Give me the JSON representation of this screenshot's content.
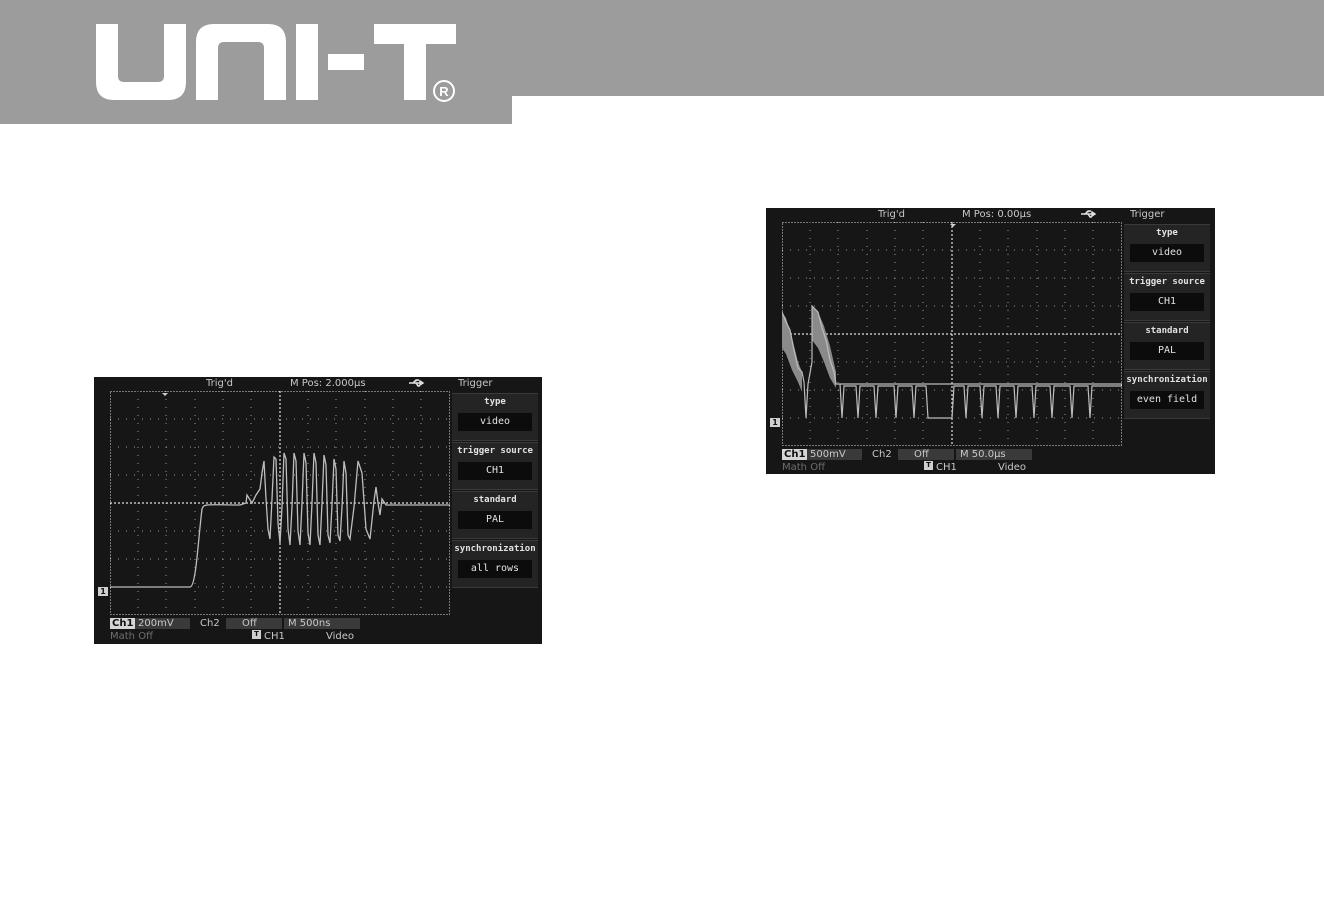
{
  "brand": {
    "logo_text": "UNI-T",
    "registered_mark": "R"
  },
  "colors": {
    "header_gray": "#9c9c9c",
    "screen_bg": "#161616",
    "trace": "#bdbdbd",
    "menu_bg": "#242424"
  },
  "screens": [
    {
      "top": {
        "trig_status": "Trig'd",
        "m_pos": "M Pos: 2.000µs",
        "usb_icon": "usb-icon",
        "menu_title": "Trigger"
      },
      "menu": [
        {
          "label": "type",
          "value": "video"
        },
        {
          "label": "trigger source",
          "value": "CH1"
        },
        {
          "label": "standard",
          "value": "PAL"
        },
        {
          "label": "synchronization",
          "value": "all rows"
        }
      ],
      "status": {
        "ch1_label": "Ch1",
        "ch1_scale": "200mV",
        "ch2_label": "Ch2",
        "ch2_state": "Off",
        "timebase": "M 500ns",
        "math": "Math Off",
        "trigger_icon": "T",
        "trigger_source": "CH1",
        "trigger_type": "Video"
      },
      "channel_marker": "1"
    },
    {
      "top": {
        "trig_status": "Trig'd",
        "m_pos": "M Pos: 0.00µs",
        "usb_icon": "usb-icon",
        "menu_title": "Trigger"
      },
      "menu": [
        {
          "label": "type",
          "value": "video"
        },
        {
          "label": "trigger source",
          "value": "CH1"
        },
        {
          "label": "standard",
          "value": "PAL"
        },
        {
          "label": "synchronization",
          "value": "even field"
        }
      ],
      "status": {
        "ch1_label": "Ch1",
        "ch1_scale": "500mV",
        "ch2_label": "Ch2",
        "ch2_state": "Off",
        "timebase": "M 50.0µs",
        "math": "Math Off",
        "trigger_icon": "T",
        "trigger_source": "CH1",
        "trigger_type": "Video"
      },
      "channel_marker": "1"
    }
  ]
}
